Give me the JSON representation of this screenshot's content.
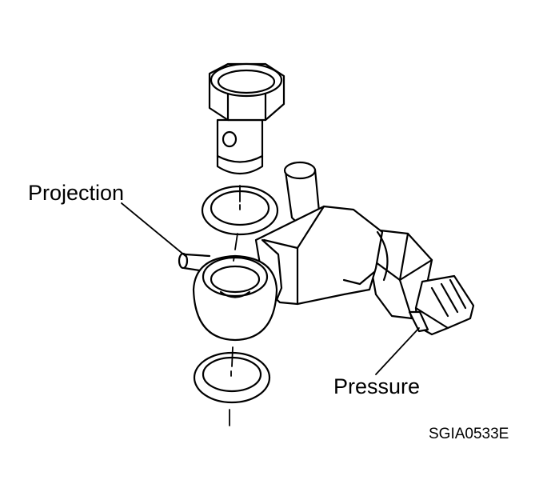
{
  "labels": {
    "projection": "Projection",
    "pressure": "Pressure",
    "figure_code": "SGIA0533E"
  },
  "colors": {
    "line": "#000000",
    "background": "#ffffff"
  }
}
